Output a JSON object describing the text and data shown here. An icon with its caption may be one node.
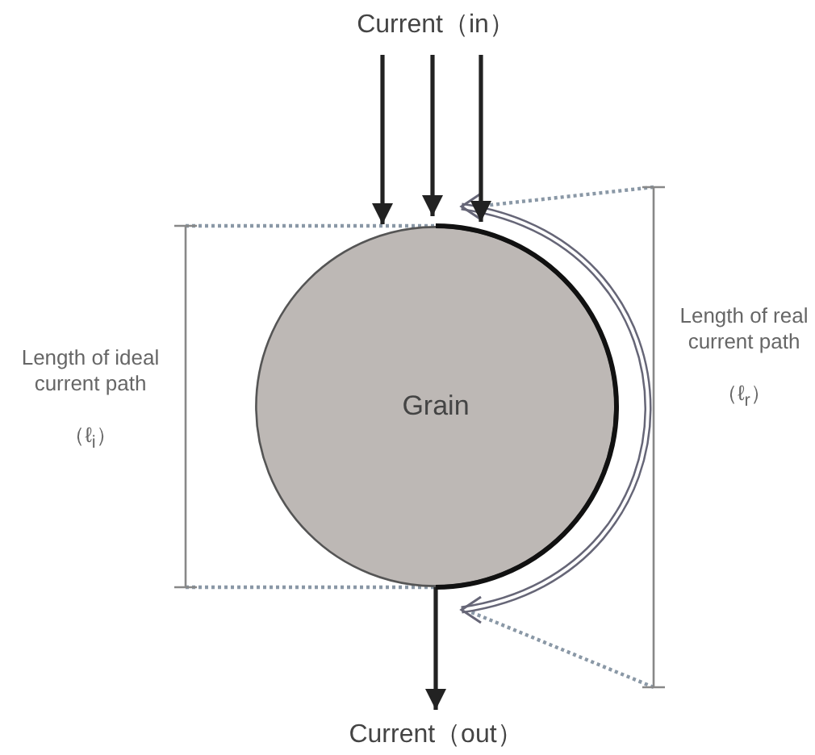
{
  "diagram": {
    "nodes": [
      {
        "text": [
          "Current（in）"
        ]
      },
      {
        "text": [
          "Grain"
        ]
      },
      {
        "text": [
          "Current（out）"
        ]
      }
    ],
    "edges": [
      {
        "from": 0,
        "to": 1,
        "arrow": "to"
      },
      {
        "from": 0,
        "to": 1,
        "arrow": "to"
      },
      {
        "from": 0,
        "to": 1,
        "arrow": "to"
      },
      {
        "from": 1,
        "to": 2,
        "arrow": "to"
      }
    ],
    "labels": [
      "Length of ideal current path",
      "（ℓ$_{i}$）",
      "Length of real current path",
      "（ℓ$_{r}$）"
    ]
  }
}
